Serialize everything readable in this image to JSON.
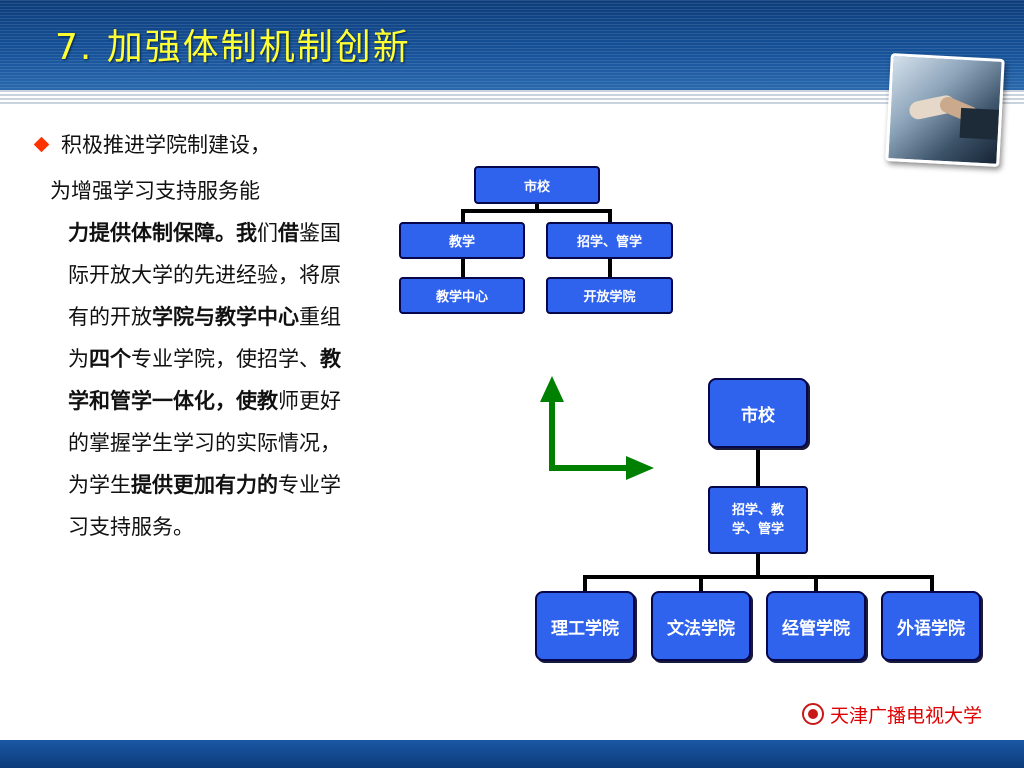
{
  "slide": {
    "title": "7. 加强体制机制创新"
  },
  "text": {
    "bullet": "积极推进学院制建设，",
    "lead": "为增强学习支持服务能",
    "body_segments": [
      {
        "t": "力提供体制保障。我",
        "b": true
      },
      {
        "t": "们",
        "b": false
      },
      {
        "t": "借",
        "b": true
      },
      {
        "t": "鉴国际开放大学的先进经验，将原有的开放",
        "b": false
      },
      {
        "t": "学院与教学中心",
        "b": true
      },
      {
        "t": "重组为",
        "b": false
      },
      {
        "t": "四个",
        "b": true
      },
      {
        "t": "专业学院，使招学、",
        "b": false
      },
      {
        "t": "教学和管学一体化，使教",
        "b": true
      },
      {
        "t": "师更好的掌握学生学习的实际情况，为学生",
        "b": false
      },
      {
        "t": "提供更加有力的",
        "b": true
      },
      {
        "t": "专业学习支持服务。",
        "b": false
      }
    ]
  },
  "diagram_before": {
    "root": "市校",
    "left_branch": "教学",
    "right_branch": "招学、管学",
    "left_child": "教学中心",
    "right_child": "开放学院"
  },
  "diagram_after": {
    "root": "市校",
    "middle_line1": "招学、教",
    "middle_line2": "学、管学",
    "colleges": [
      "理工学院",
      "文法学院",
      "经管学院",
      "外语学院"
    ]
  },
  "colors": {
    "title": "#ffff33",
    "node_fill": "#2f63ee",
    "arrow": "#008000",
    "bullet": "#ff3300",
    "logo_text": "#e00000"
  },
  "logo": {
    "text": "天津广播电视大学"
  }
}
